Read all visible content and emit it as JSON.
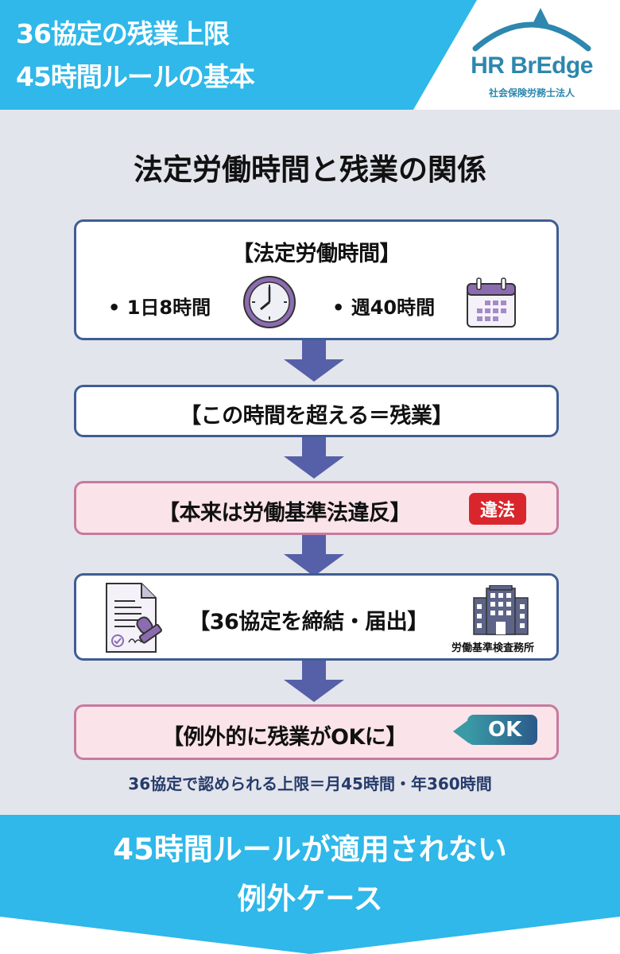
{
  "header": {
    "title_line1": "36協定の残業上限",
    "title_line2": "45時間ルールの基本",
    "logo_name": "HR BrEdge",
    "logo_subtitle": "社会保険労務士法人"
  },
  "main": {
    "title": "法定労働時間と残業の関係",
    "steps": [
      {
        "label": "【法定労働時間】",
        "items": [
          {
            "text": "• 1日8時間",
            "icon": "clock-icon"
          },
          {
            "text": "• 週40時間",
            "icon": "calendar-icon"
          }
        ]
      },
      {
        "label": "【この時間を超える＝残業】"
      },
      {
        "label": "【本来は労働基準法違反】",
        "badge": "違法",
        "badge_color": "#d9262c"
      },
      {
        "label": "【36協定を締結・届出】",
        "left_icon": "document-stamp-icon",
        "right_icon": "office-building-icon",
        "right_caption": "労働基準検査務所"
      },
      {
        "label": "【例外的に残業がOKに】",
        "badge": "OK",
        "badge_color": "#2b5a8a"
      }
    ],
    "limit_note": "36協定で認められる上限＝月45時間・年360時間"
  },
  "footer": {
    "line1": "45時間ルールが適用されない",
    "line2": "例外ケース"
  },
  "colors": {
    "accent_blue": "#2fb8e9",
    "box_border": "#3f5d93",
    "arrow": "#5660a8",
    "pink_bg": "#fbe3ea",
    "pink_border": "#c87a9c",
    "logo": "#2d87ae"
  }
}
